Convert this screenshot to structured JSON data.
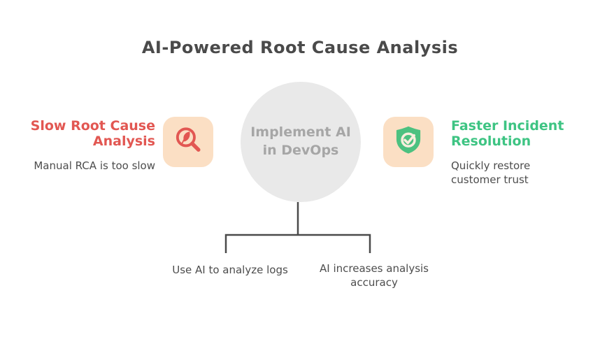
{
  "page": {
    "title": "AI-Powered Root Cause Analysis"
  },
  "center_node": {
    "label": "Implement AI in DevOps"
  },
  "left_node": {
    "title": "Slow Root Cause Analysis",
    "subtitle": "Manual RCA is too slow",
    "icon": "magnifier-leaf-icon"
  },
  "right_node": {
    "title": "Faster Incident Resolution",
    "subtitle": "Quickly restore customer trust",
    "icon": "shield-check-icon"
  },
  "bottom_items": [
    {
      "label": "Use AI to analyze logs"
    },
    {
      "label": "AI increases analysis accuracy"
    }
  ],
  "colors": {
    "title_text": "#4a4a4a",
    "body_text": "#4d4d4d",
    "accent_red": "#e25752",
    "accent_green": "#3ec483",
    "icon_card_bg": "#fbdfc4",
    "shield_fill": "#4cc180",
    "shield_check": "#f8eedd",
    "center_circle_fill": "#e9e9e9",
    "center_circle_text": "#a6a6a6",
    "connector": "#4a4a4a",
    "background": "#ffffff"
  }
}
